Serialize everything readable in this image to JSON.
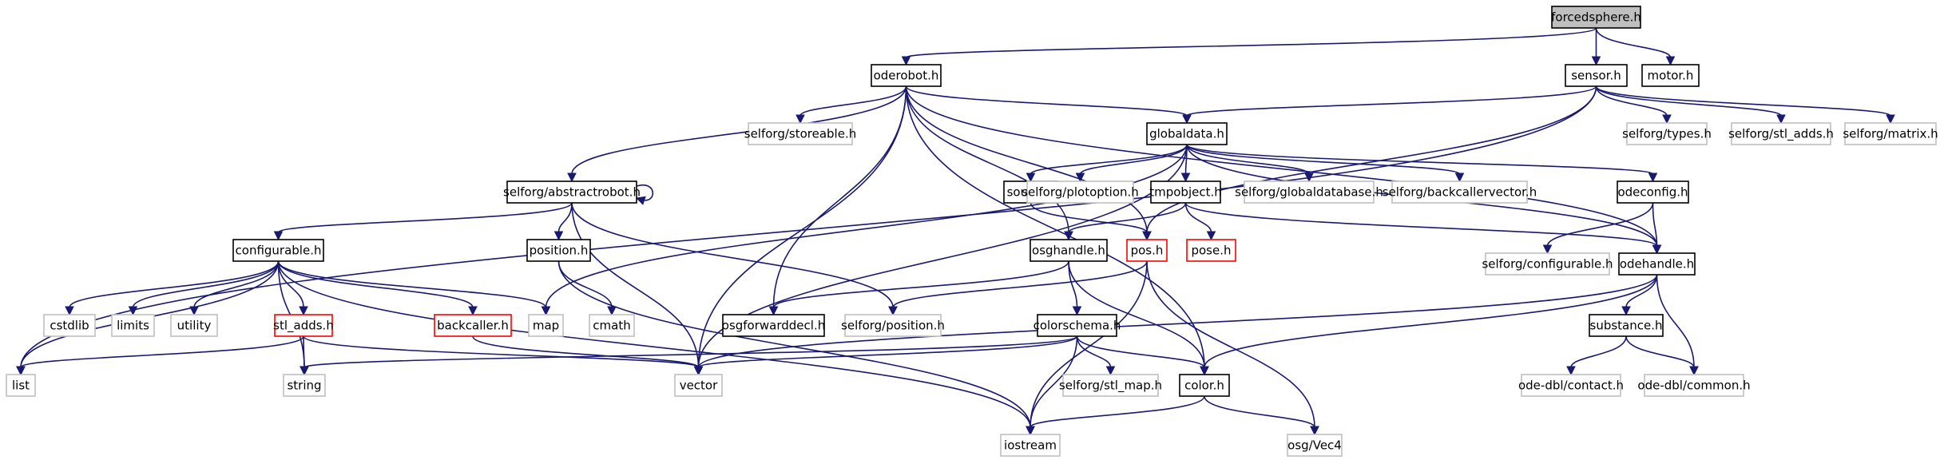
{
  "graph": {
    "nodes": [
      {
        "id": "forcedsphere",
        "label": "forcedsphere.h",
        "style": "root"
      },
      {
        "id": "oderobot",
        "label": "oderobot.h",
        "style": "normal"
      },
      {
        "id": "sensor",
        "label": "sensor.h",
        "style": "normal"
      },
      {
        "id": "motor",
        "label": "motor.h",
        "style": "normal"
      },
      {
        "id": "storeable",
        "label": "selforg/storeable.h",
        "style": "gray"
      },
      {
        "id": "globaldata",
        "label": "globaldata.h",
        "style": "normal"
      },
      {
        "id": "types",
        "label": "selforg/types.h",
        "style": "gray"
      },
      {
        "id": "stladdsSelforg",
        "label": "selforg/stl_adds.h",
        "style": "gray"
      },
      {
        "id": "matrix",
        "label": "selforg/matrix.h",
        "style": "gray"
      },
      {
        "id": "abstractrobot",
        "label": "selforg/abstractrobot.h",
        "style": "normal"
      },
      {
        "id": "sound",
        "label": "sound.h",
        "style": "normal"
      },
      {
        "id": "plotoption",
        "label": "selforg/plotoption.h",
        "style": "gray"
      },
      {
        "id": "tmpobject",
        "label": "tmpobject.h",
        "style": "normal"
      },
      {
        "id": "globaldatabase",
        "label": "selforg/globaldatabase.h",
        "style": "gray"
      },
      {
        "id": "backcallervector",
        "label": "selforg/backcallervector.h",
        "style": "gray"
      },
      {
        "id": "odeconfig",
        "label": "odeconfig.h",
        "style": "normal"
      },
      {
        "id": "configurable",
        "label": "configurable.h",
        "style": "normal"
      },
      {
        "id": "position",
        "label": "position.h",
        "style": "normal"
      },
      {
        "id": "osghandle",
        "label": "osghandle.h",
        "style": "normal"
      },
      {
        "id": "pos",
        "label": "pos.h",
        "style": "red"
      },
      {
        "id": "pose",
        "label": "pose.h",
        "style": "red"
      },
      {
        "id": "selforgconfigurable",
        "label": "selforg/configurable.h",
        "style": "gray"
      },
      {
        "id": "odehandle",
        "label": "odehandle.h",
        "style": "normal"
      },
      {
        "id": "cstdlib",
        "label": "cstdlib",
        "style": "gray"
      },
      {
        "id": "limits",
        "label": "limits",
        "style": "gray"
      },
      {
        "id": "utility",
        "label": "utility",
        "style": "gray"
      },
      {
        "id": "stladds",
        "label": "stl_adds.h",
        "style": "red"
      },
      {
        "id": "backcaller",
        "label": "backcaller.h",
        "style": "red"
      },
      {
        "id": "map",
        "label": "map",
        "style": "gray"
      },
      {
        "id": "cmath",
        "label": "cmath",
        "style": "gray"
      },
      {
        "id": "osgforwarddecl",
        "label": "osgforwarddecl.h",
        "style": "normal"
      },
      {
        "id": "selforgposition",
        "label": "selforg/position.h",
        "style": "gray"
      },
      {
        "id": "colorschema",
        "label": "colorschema.h",
        "style": "normal"
      },
      {
        "id": "substance",
        "label": "substance.h",
        "style": "normal"
      },
      {
        "id": "list",
        "label": "list",
        "style": "gray"
      },
      {
        "id": "string",
        "label": "string",
        "style": "gray"
      },
      {
        "id": "vector",
        "label": "vector",
        "style": "gray"
      },
      {
        "id": "stlmap",
        "label": "selforg/stl_map.h",
        "style": "gray"
      },
      {
        "id": "color",
        "label": "color.h",
        "style": "normal"
      },
      {
        "id": "odecontact",
        "label": "ode-dbl/contact.h",
        "style": "gray"
      },
      {
        "id": "odecommon",
        "label": "ode-dbl/common.h",
        "style": "gray"
      },
      {
        "id": "iostream",
        "label": "iostream",
        "style": "gray"
      },
      {
        "id": "vec4",
        "label": "osg/Vec4",
        "style": "gray"
      }
    ],
    "edges": [
      [
        "forcedsphere",
        "oderobot"
      ],
      [
        "forcedsphere",
        "sensor"
      ],
      [
        "forcedsphere",
        "motor"
      ],
      [
        "oderobot",
        "storeable"
      ],
      [
        "oderobot",
        "globaldata"
      ],
      [
        "oderobot",
        "abstractrobot"
      ],
      [
        "oderobot",
        "vector"
      ],
      [
        "oderobot",
        "osgforwarddecl"
      ],
      [
        "oderobot",
        "osghandle"
      ],
      [
        "oderobot",
        "pos"
      ],
      [
        "oderobot",
        "odehandle"
      ],
      [
        "oderobot",
        "color"
      ],
      [
        "sensor",
        "globaldata"
      ],
      [
        "sensor",
        "types"
      ],
      [
        "sensor",
        "stladdsSelforg"
      ],
      [
        "sensor",
        "matrix"
      ],
      [
        "sensor",
        "list"
      ],
      [
        "sensor",
        "pos"
      ],
      [
        "globaldata",
        "sound"
      ],
      [
        "globaldata",
        "plotoption"
      ],
      [
        "globaldata",
        "tmpobject"
      ],
      [
        "globaldata",
        "globaldatabase"
      ],
      [
        "globaldata",
        "backcallervector"
      ],
      [
        "globaldata",
        "odeconfig"
      ],
      [
        "globaldata",
        "odehandle"
      ],
      [
        "globaldata",
        "map"
      ],
      [
        "globaldata",
        "vector"
      ],
      [
        "abstractrobot",
        "abstractrobot"
      ],
      [
        "abstractrobot",
        "configurable"
      ],
      [
        "abstractrobot",
        "position"
      ],
      [
        "abstractrobot",
        "selforgposition"
      ],
      [
        "abstractrobot",
        "vector"
      ],
      [
        "sound",
        "pos"
      ],
      [
        "tmpobject",
        "osghandle"
      ],
      [
        "tmpobject",
        "pose"
      ],
      [
        "tmpobject",
        "odehandle"
      ],
      [
        "odeconfig",
        "selforgconfigurable"
      ],
      [
        "odeconfig",
        "odehandle"
      ],
      [
        "configurable",
        "list"
      ],
      [
        "configurable",
        "cstdlib"
      ],
      [
        "configurable",
        "limits"
      ],
      [
        "configurable",
        "utility"
      ],
      [
        "configurable",
        "stladds"
      ],
      [
        "configurable",
        "backcaller"
      ],
      [
        "configurable",
        "map"
      ],
      [
        "configurable",
        "string"
      ],
      [
        "configurable",
        "iostream"
      ],
      [
        "position",
        "cmath"
      ],
      [
        "position",
        "iostream"
      ],
      [
        "osghandle",
        "osgforwarddecl"
      ],
      [
        "osghandle",
        "colorschema"
      ],
      [
        "osghandle",
        "color"
      ],
      [
        "pos",
        "selforgposition"
      ],
      [
        "pos",
        "iostream"
      ],
      [
        "pos",
        "vec4"
      ],
      [
        "odehandle",
        "substance"
      ],
      [
        "odehandle",
        "odecommon"
      ],
      [
        "odehandle",
        "vector"
      ],
      [
        "odehandle",
        "color"
      ],
      [
        "stladds",
        "list"
      ],
      [
        "stladds",
        "string"
      ],
      [
        "stladds",
        "vector"
      ],
      [
        "backcaller",
        "vector"
      ],
      [
        "colorschema",
        "string"
      ],
      [
        "colorschema",
        "vector"
      ],
      [
        "colorschema",
        "stlmap"
      ],
      [
        "colorschema",
        "color"
      ],
      [
        "colorschema",
        "iostream"
      ],
      [
        "substance",
        "odecontact"
      ],
      [
        "substance",
        "odecommon"
      ],
      [
        "color",
        "iostream"
      ],
      [
        "color",
        "vec4"
      ]
    ]
  },
  "colors": {
    "edge": "#191970",
    "normal_border": "#000000",
    "gray_border": "#bfbfbf",
    "red_border": "#ff0000",
    "root_fill": "#bfbfbf",
    "fill": "#ffffff"
  }
}
